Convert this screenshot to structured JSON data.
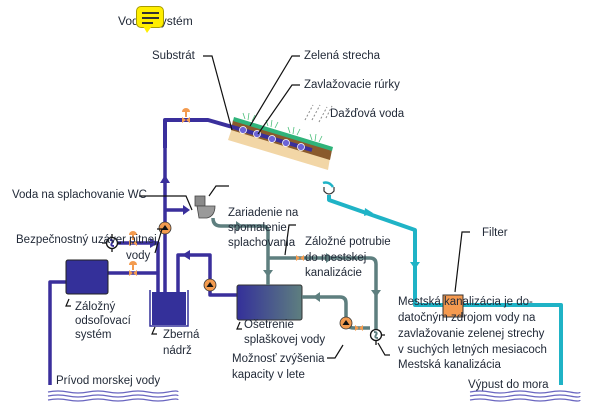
{
  "title": {
    "text": "Vodný systém",
    "comment_icon": "comment-note-icon"
  },
  "colors": {
    "potable_pipe": "#3a2f9c",
    "grey_water_pipe": "#5e7f7f",
    "rain_pipe": "#1fb3c6",
    "valve": "#f39b4f",
    "filter": "#f59a4f",
    "pump": "#f59a4f",
    "tank": "#34309a",
    "sea": "#5b56b8"
  },
  "labels": {
    "substrat": "Substrát",
    "zelena_strecha": "Zelená strecha",
    "zavlazovacie_rurky": "Zavlažovacie rúrky",
    "dazdova_voda": "Dažďová voda",
    "voda_wc": "Voda na splachovanie WC",
    "zariadenie_1": "Zariadenie na",
    "zariadenie_2": "spomalenie",
    "zariadenie_3": "splachovania",
    "bezpecnostny_1": "Bezpečnostný uzáver pitnej",
    "bezpecnostny_2": "vody",
    "zalozne_1": "Záložné potrubie",
    "zalozne_2": "do mestskej",
    "zalozne_3": "kanalizácie",
    "filter": "Filter",
    "zalozny_1": "Záložný",
    "zalozny_2": "odsoľovací",
    "zalozny_3": "systém",
    "zberna_1": "Zberná",
    "zberna_2": "nádrž",
    "osetrenie_1": "Ošetrenie",
    "osetrenie_2": "splaškovej vody",
    "moznost_1": "Možnosť zvýšenia",
    "moznost_2": "kapacity v lete",
    "mestska_info_1": "Mestská kanalizácia je do-",
    "mestska_info_2": "datočným zdrojom vody na",
    "mestska_info_3": "zavlažovanie zelenej strechy",
    "mestska_info_4": "v suchých letných mesiacoch",
    "mestska_kanalizacia": "Mestská kanalizácia",
    "privod": "Prívod morskej vody",
    "vypust": "Výpust do mora"
  }
}
